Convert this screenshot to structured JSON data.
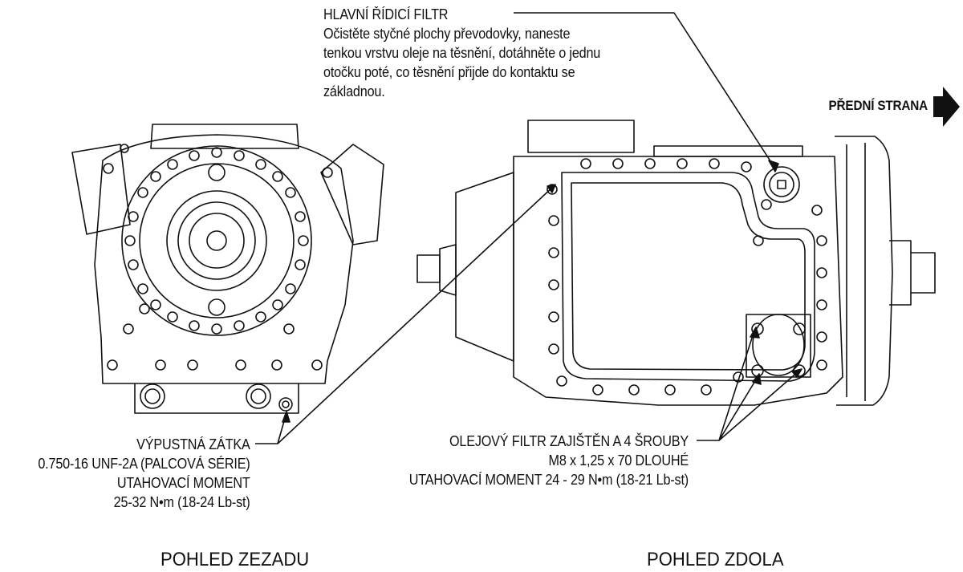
{
  "main_filter": {
    "title": "HLAVNÍ ŘÍDICÍ FILTR",
    "lines": [
      "Očistěte styčné plochy převodovky, naneste",
      "tenkou vrstvu oleje na těsnění, dotáhněte o jednu",
      "otočku poté, co těsnění přijde do kontaktu se",
      "základnou."
    ]
  },
  "front_label": "PŘEDNÍ STRANA",
  "drain_plug": {
    "lines": [
      "VÝPUSTNÁ ZÁTKA",
      "0.750-16 UNF-2A (PALCOVÁ SÉRIE)",
      "UTAHOVACÍ MOMENT",
      "25-32 N•m (18-24 Lb-st)"
    ]
  },
  "oil_filter": {
    "lines": [
      "OLEJOVÝ FILTR ZAJIŠTĚN A 4 ŠROUBY",
      "M8 x 1,25 x 70 DLOUHÉ",
      "UTAHOVACÍ MOMENT 24 - 29 N•m (18-21 Lb-st)"
    ]
  },
  "views": {
    "rear": "POHLED ZEZADU",
    "bottom": "POHLED ZDOLA"
  }
}
